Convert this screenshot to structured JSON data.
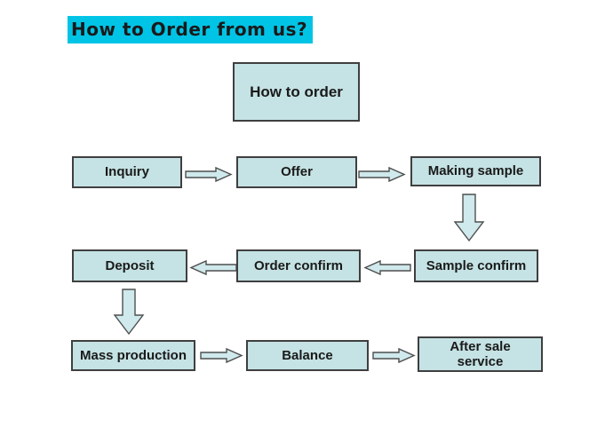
{
  "page": {
    "title": "How to Order from us?"
  },
  "colors": {
    "background": "#ffffff",
    "title_highlight": "#00c4e6",
    "box_fill": "#c5e2e4",
    "box_border": "#3f3f3f",
    "arrow_fill": "#cfe9ec",
    "arrow_stroke": "#4f4f4f",
    "text": "#1a1a1a"
  },
  "nodes": {
    "header": "How to order",
    "inquiry": "Inquiry",
    "offer": "Offer",
    "making_sample": "Making sample",
    "deposit": "Deposit",
    "order_confirm": "Order confirm",
    "sample_confirm": "Sample confirm",
    "mass_production": "Mass production",
    "balance": "Balance",
    "after_sale_service": "After sale service"
  },
  "connections": [
    {
      "from": "Inquiry",
      "to": "Offer",
      "direction": "right"
    },
    {
      "from": "Offer",
      "to": "Making sample",
      "direction": "right"
    },
    {
      "from": "Making sample",
      "to": "Sample confirm",
      "direction": "down"
    },
    {
      "from": "Sample confirm",
      "to": "Order confirm",
      "direction": "left"
    },
    {
      "from": "Order confirm",
      "to": "Deposit",
      "direction": "left"
    },
    {
      "from": "Deposit",
      "to": "Mass production",
      "direction": "down"
    },
    {
      "from": "Mass production",
      "to": "Balance",
      "direction": "right"
    },
    {
      "from": "Balance",
      "to": "After sale service",
      "direction": "right"
    }
  ]
}
